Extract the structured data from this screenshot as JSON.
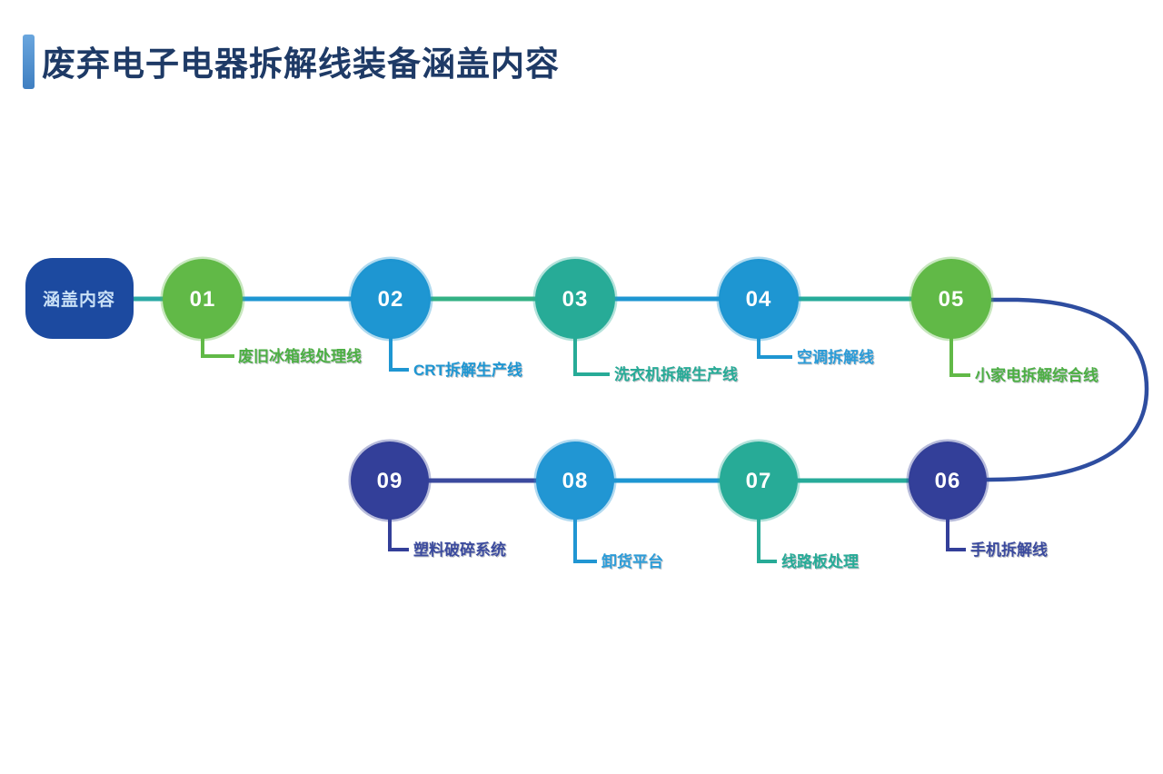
{
  "title": "废弃电子电器拆解线装备涵盖内容",
  "accent_bar_color": "#4a8fd3",
  "root": {
    "label": "涵盖内容",
    "color": "#1c4aa0"
  },
  "nodes": [
    {
      "num": "01",
      "label": "废旧冰箱线处理线",
      "color": "#61b947",
      "label_color": "#4daf44"
    },
    {
      "num": "02",
      "label": "CRT拆解生产线",
      "color": "#1e96d2",
      "label_color": "#1e96d2"
    },
    {
      "num": "03",
      "label": "洗衣机拆解生产线",
      "color": "#27ab97",
      "label_color": "#27ab97"
    },
    {
      "num": "04",
      "label": "空调拆解线",
      "color": "#1e96d2",
      "label_color": "#2b9cd8"
    },
    {
      "num": "05",
      "label": "小家电拆解综合线",
      "color": "#61b947",
      "label_color": "#4daf44"
    },
    {
      "num": "06",
      "label": "手机拆解线",
      "color": "#333f99",
      "label_color": "#3b4a9e"
    },
    {
      "num": "07",
      "label": "线路板处理",
      "color": "#27ab97",
      "label_color": "#27ab97"
    },
    {
      "num": "08",
      "label": "卸货平台",
      "color": "#2196d3",
      "label_color": "#2b9cd8"
    },
    {
      "num": "09",
      "label": "塑料破碎系统",
      "color": "#333f99",
      "label_color": "#3b4a9e"
    }
  ],
  "links": [
    {
      "from": "root",
      "to": "01",
      "color": "#2ba9a5"
    },
    {
      "from": "01",
      "to": "02",
      "color": "#1e96d2"
    },
    {
      "from": "02",
      "to": "03",
      "color": "#33b184"
    },
    {
      "from": "03",
      "to": "04",
      "color": "#1e96d2"
    },
    {
      "from": "04",
      "to": "05",
      "color": "#27ab9a"
    },
    {
      "from": "05",
      "to": "06",
      "color": "#2e4da0",
      "shape": "curve"
    },
    {
      "from": "06",
      "to": "07",
      "color": "#27ab9a"
    },
    {
      "from": "07",
      "to": "08",
      "color": "#1e96d2"
    },
    {
      "from": "08",
      "to": "09",
      "color": "#3b4a9e"
    }
  ]
}
